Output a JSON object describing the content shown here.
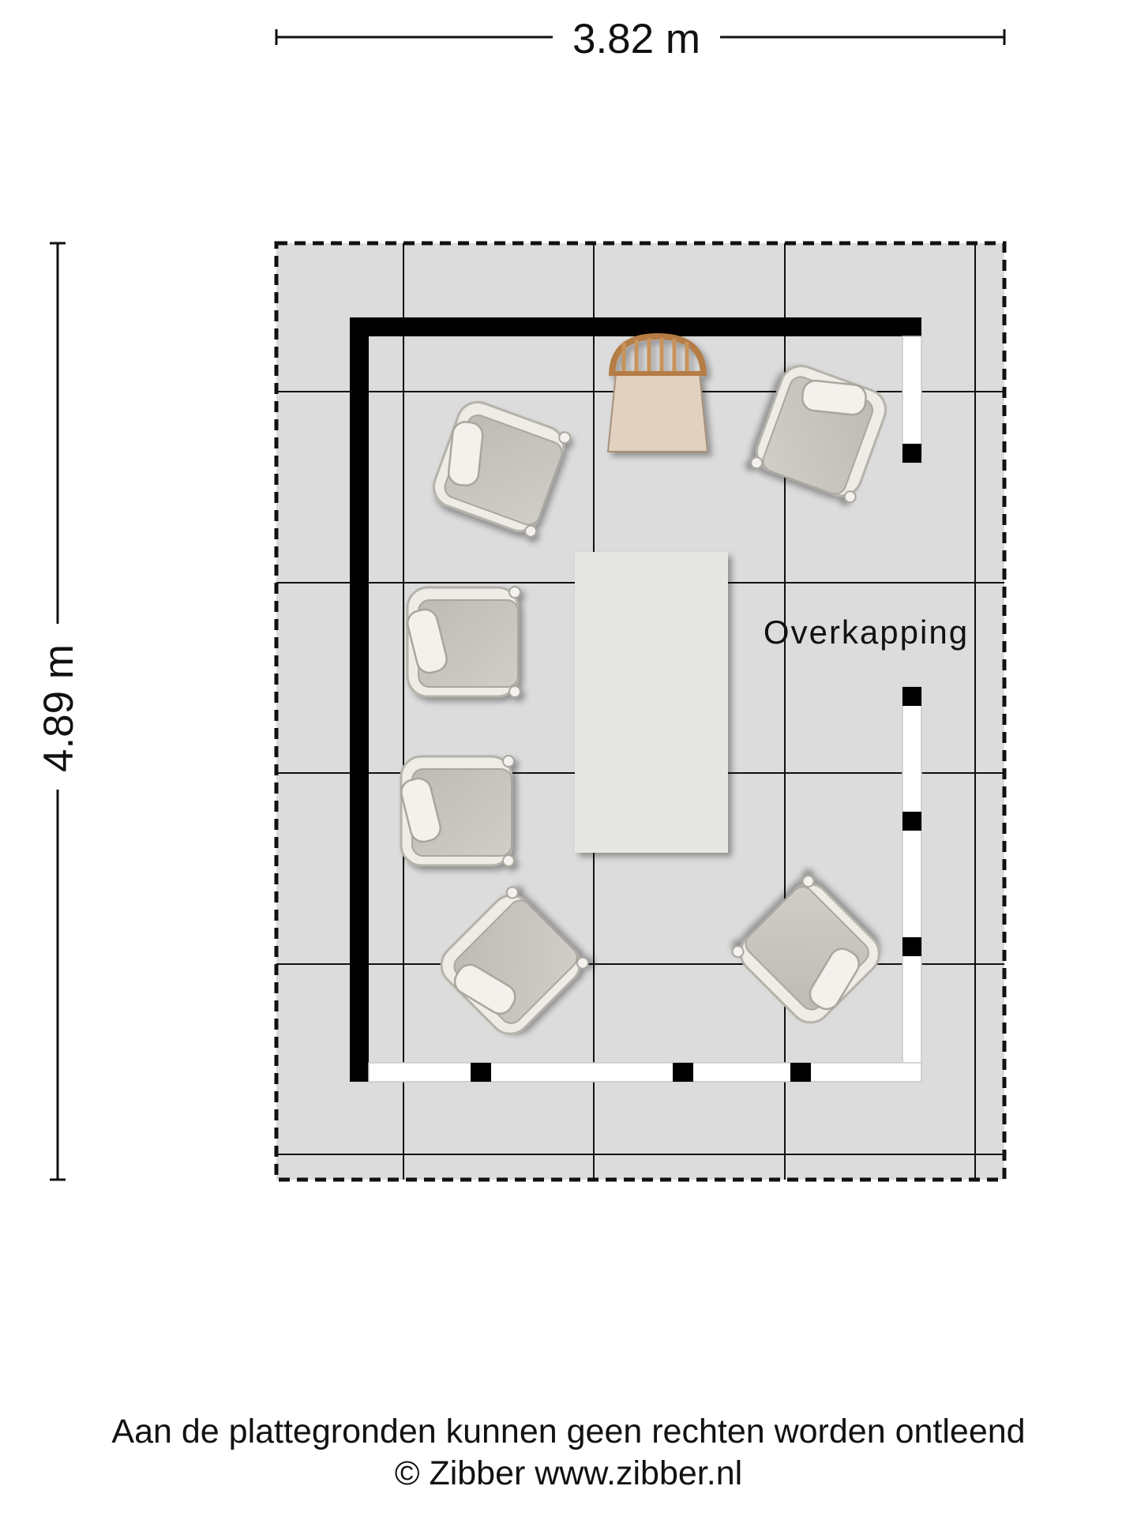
{
  "dimensions": {
    "width_label": "3.82 m",
    "height_label": "4.89 m"
  },
  "room": {
    "label": "Overkapping"
  },
  "footer": {
    "disclaimer": "Aan de plattegronden kunnen geen rechten worden ontleend",
    "copyright": "© Zibber www.zibber.nl"
  },
  "colors": {
    "floor": "#dcdcdc",
    "wall": "#000000",
    "grid_line": "#111111",
    "table": "#e6e6e3",
    "armchair": "#d8d6cf",
    "chair_wood": "#c8935a"
  }
}
